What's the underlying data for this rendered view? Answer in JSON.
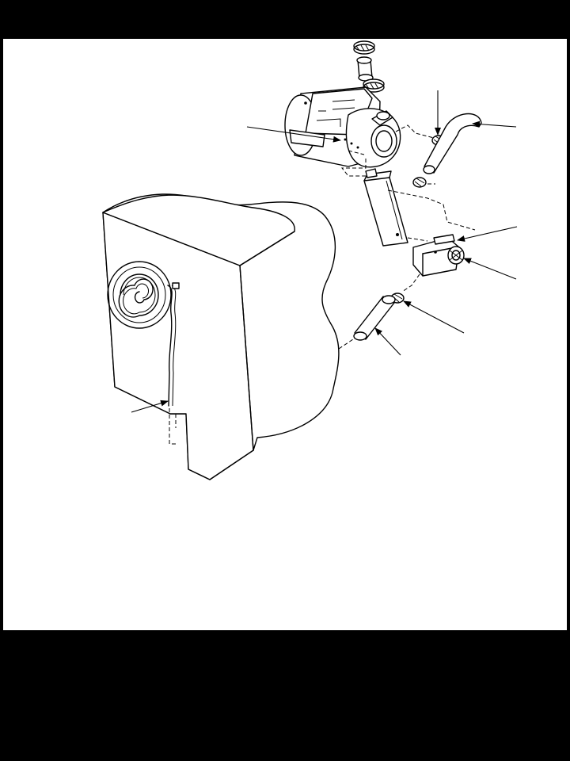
{
  "diagram": {
    "parts": [
      {
        "id": "hose-clamp-top",
        "icon": "hose-clamp-icon"
      },
      {
        "id": "coupling-sleeve",
        "icon": "coupling-sleeve-icon"
      },
      {
        "id": "hose-clamp-middle",
        "icon": "hose-clamp-icon"
      },
      {
        "id": "blower-motor",
        "icon": "blower-motor-icon"
      },
      {
        "id": "upper-hose",
        "icon": "hose-icon"
      },
      {
        "id": "mounting-bracket",
        "icon": "bracket-icon"
      },
      {
        "id": "pressure-switch",
        "icon": "pressure-switch-icon"
      },
      {
        "id": "lower-hose",
        "icon": "hose-icon"
      },
      {
        "id": "tank-heater",
        "icon": "tank-icon"
      }
    ],
    "colors": {
      "background": "#000000",
      "paper": "#ffffff",
      "ink": "#000000"
    }
  }
}
